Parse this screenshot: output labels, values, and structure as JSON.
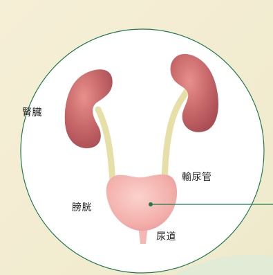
{
  "labels": {
    "kidney": "腎臓",
    "ureter": "輸尿管",
    "bladder": "膀胱",
    "urethra": "尿道"
  },
  "colors": {
    "background": "#f4efd9",
    "circle_fill": "#ffffff",
    "circle_stroke": "#1f7a4a",
    "kidney": "#b8555a",
    "kidney_highlight": "#e58a87",
    "ureter": "#e6dfa7",
    "bladder": "#f6b3b0",
    "pointer_line": "#1f7a4a"
  }
}
